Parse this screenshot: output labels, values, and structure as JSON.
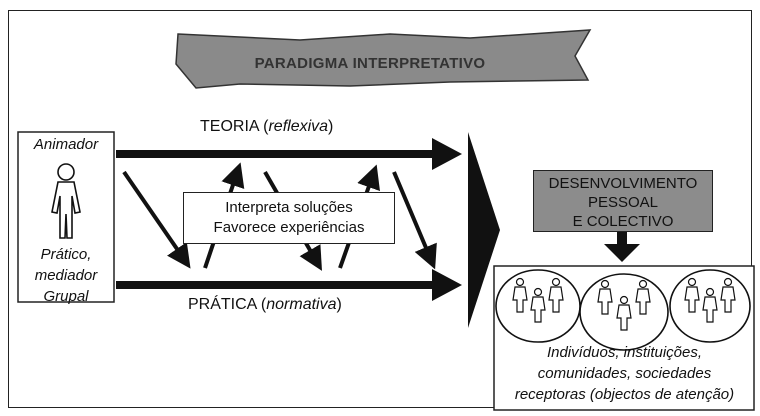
{
  "banner": {
    "title": "PARADIGMA INTERPRETATIVO"
  },
  "actor": {
    "top_label": "Animador",
    "bottom_lines": [
      "Prático,",
      "mediador",
      "Grupal"
    ]
  },
  "axes": {
    "top": {
      "main": "TEORIA",
      "qualifier": "reflexiva"
    },
    "bottom": {
      "main": "PRÁTICA",
      "qualifier": "normativa"
    }
  },
  "interpret_box": {
    "lines": [
      "Interpreta soluções",
      "Favorece experiências"
    ]
  },
  "outcome_box": {
    "lines": [
      "DESENVOLVIMENTO",
      "PESSOAL",
      "E COLECTIVO"
    ]
  },
  "recipients": {
    "lines": [
      "Indivíduos, instituições,",
      "comunidades, sociedades",
      "receptoras (objectos de atenção)"
    ]
  },
  "colors": {
    "banner_fill": "#8a8a8a",
    "outcome_fill": "#8c8c8c",
    "ink": "#111111"
  }
}
